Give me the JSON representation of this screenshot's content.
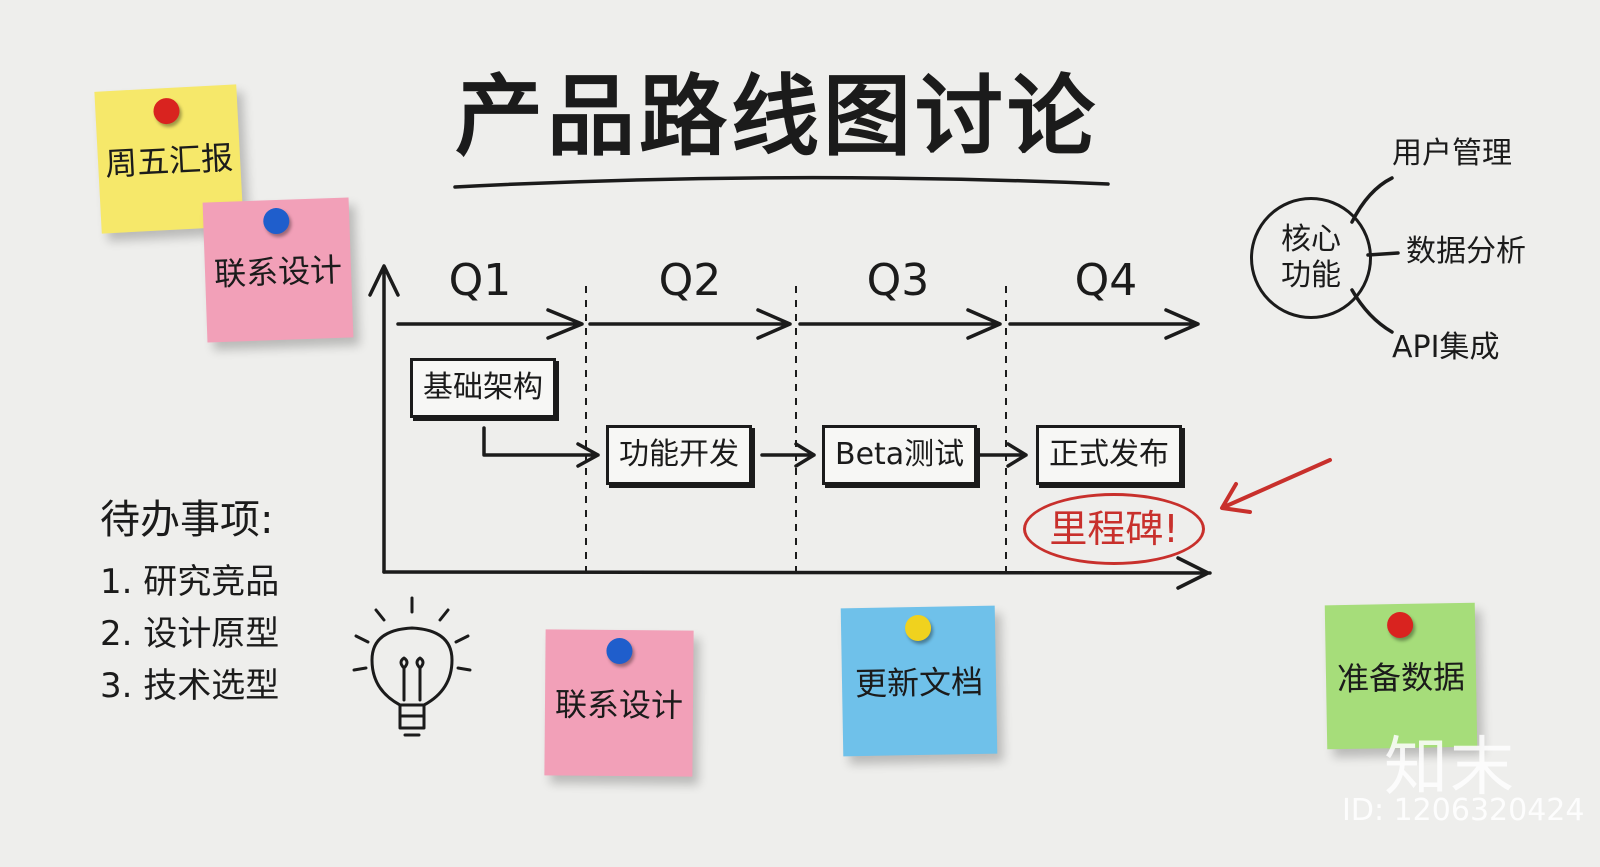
{
  "title": "产品路线图讨论",
  "quarters": [
    "Q1",
    "Q2",
    "Q3",
    "Q4"
  ],
  "stages": {
    "foundation": "基础架构",
    "feature_dev": "功能开发",
    "beta": "Beta测试",
    "release": "正式发布"
  },
  "milestone": "里程碑!",
  "core": {
    "line1": "核心",
    "line2": "功能",
    "branches": [
      "用户管理",
      "数据分析",
      "API集成"
    ]
  },
  "todo": {
    "title": "待办事项:",
    "items": [
      "1. 研究竞品",
      "2. 设计原型",
      "3. 技术选型"
    ]
  },
  "sticky_notes": [
    {
      "text": "周五汇报",
      "color": "#f6e86a",
      "pin_color": "#d9231f"
    },
    {
      "text": "联系设计",
      "color": "#f2a0b8",
      "pin_color": "#1f5ecc"
    },
    {
      "text": "联系设计",
      "color": "#f2a0b8",
      "pin_color": "#1f5ecc"
    },
    {
      "text": "更新文档",
      "color": "#6fc1ea",
      "pin_color": "#f0d21e"
    },
    {
      "text": "准备数据",
      "color": "#a6dd7a",
      "pin_color": "#d9231f"
    }
  ],
  "icons": {
    "bulb": "lightbulb-icon",
    "arrow": "arrow-icon"
  },
  "colors": {
    "ink": "#1b1b1b",
    "accent_red": "#c8302c",
    "board": "#eeeeec"
  },
  "watermark": {
    "logo": "知末",
    "id": "ID: 1206320424"
  }
}
